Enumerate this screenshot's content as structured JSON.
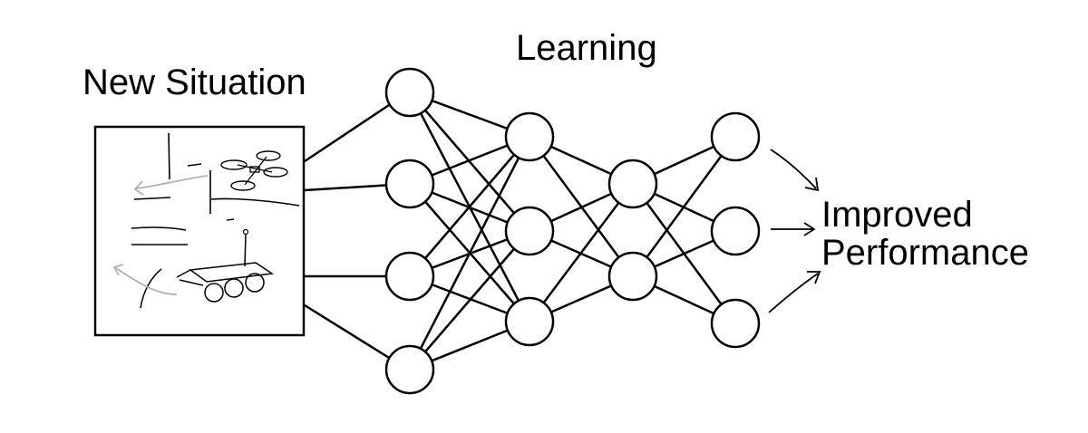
{
  "labels": {
    "left": "New Situation",
    "top": "Learning",
    "right_line1": "Improved",
    "right_line2": "Performance"
  },
  "network": {
    "layers": [
      4,
      3,
      2,
      3
    ]
  },
  "colors": {
    "ink": "#000000",
    "sketch_gray": "#b0b0b0",
    "background": "#ffffff"
  }
}
